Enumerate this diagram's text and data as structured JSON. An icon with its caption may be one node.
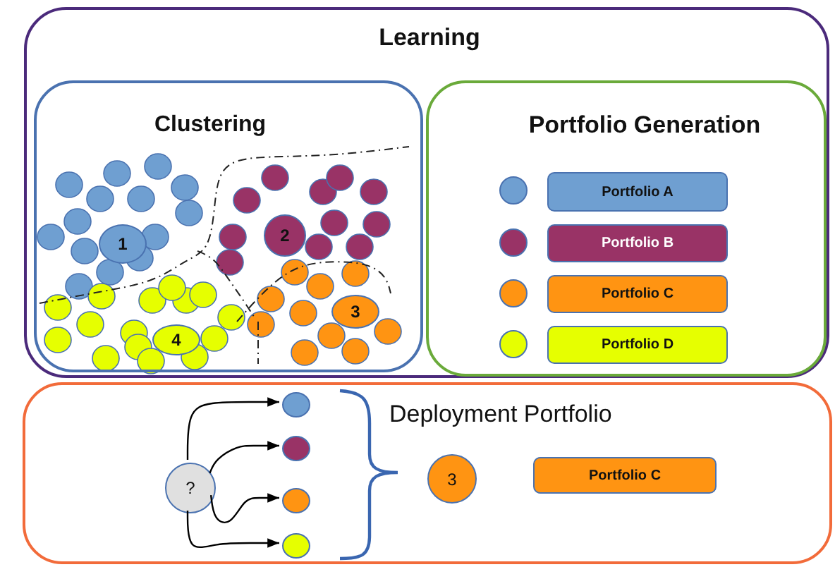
{
  "diagram": {
    "nodes": [
      {
        "text": [
          "Learning"
        ]
      },
      {
        "text": [
          "Clustering"
        ],
        "in": 0
      },
      {
        "text": [
          "Portfolio Generation"
        ],
        "in": 0
      },
      {
        "text": [
          "1"
        ],
        "in": 1
      },
      {
        "text": [
          "2"
        ],
        "in": 1
      },
      {
        "text": [
          "3"
        ],
        "in": 1
      },
      {
        "text": [
          "4"
        ],
        "in": 1
      },
      {
        "text": [],
        "shape": "circle",
        "in": 2
      },
      {
        "text": [
          "Portfolio A"
        ],
        "in": 2
      },
      {
        "text": [],
        "shape": "circle",
        "in": 2
      },
      {
        "text": [
          "Portfolio B"
        ],
        "in": 2
      },
      {
        "text": [],
        "shape": "circle",
        "in": 2
      },
      {
        "text": [
          "Portfolio C"
        ],
        "in": 2
      },
      {
        "text": [],
        "shape": "circle",
        "in": 2
      },
      {
        "text": [
          "Portfolio D"
        ],
        "in": 2
      },
      {
        "text": [
          "Deployment Portfolio"
        ]
      },
      {
        "text": [
          "?"
        ],
        "in": 15
      },
      {
        "text": [],
        "shape": "circle",
        "in": 15
      },
      {
        "text": [],
        "shape": "circle",
        "in": 15
      },
      {
        "text": [],
        "shape": "circle",
        "in": 15
      },
      {
        "text": [],
        "shape": "circle",
        "in": 15
      },
      {
        "text": [
          "3"
        ],
        "in": 15
      },
      {
        "text": [
          "Portfolio C"
        ],
        "in": 15
      }
    ],
    "edges": [
      {
        "from": 16,
        "to": 17,
        "arrow": "to"
      },
      {
        "from": 16,
        "to": 18,
        "arrow": "to"
      },
      {
        "from": 16,
        "to": 19,
        "arrow": "to"
      },
      {
        "from": 16,
        "to": 20,
        "arrow": "to"
      }
    ]
  }
}
